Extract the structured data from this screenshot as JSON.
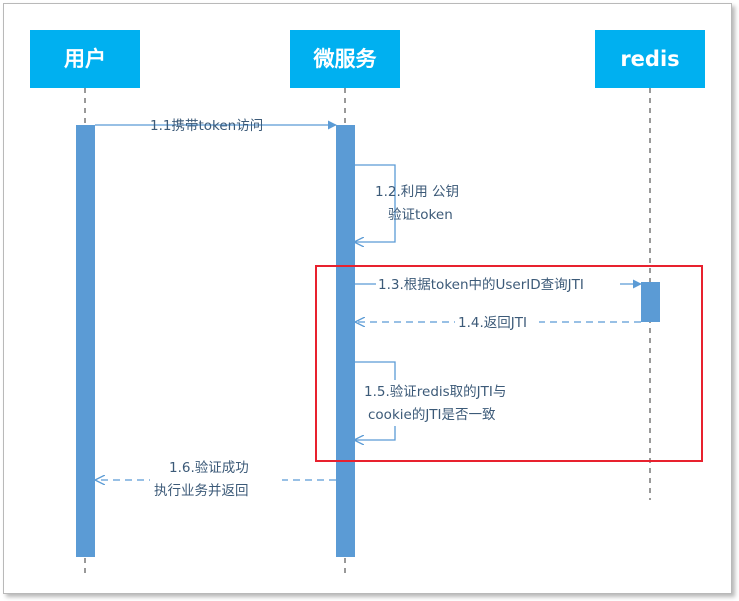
{
  "participants": [
    {
      "id": "user",
      "label": "用户"
    },
    {
      "id": "ms",
      "label": "微服务"
    },
    {
      "id": "redis",
      "label": "redis"
    }
  ],
  "messages": [
    {
      "id": "m1",
      "lines": [
        "1.1携带token访问"
      ],
      "style": "solid"
    },
    {
      "id": "m2",
      "lines": [
        "1.2.利用 公钥",
        "验证token"
      ],
      "style": "self"
    },
    {
      "id": "m3",
      "lines": [
        "1.3.根据token中的UserID查询JTI"
      ],
      "style": "solid"
    },
    {
      "id": "m4",
      "lines": [
        "1.4.返回JTI"
      ],
      "style": "dashed"
    },
    {
      "id": "m5",
      "lines": [
        "1.5.验证redis取的JTI与",
        "cookie的JTI是否一致"
      ],
      "style": "self"
    },
    {
      "id": "m6",
      "lines": [
        "1.6.验证成功",
        "执行业务并返回"
      ],
      "style": "dashed"
    }
  ],
  "colors": {
    "actor_fill": "#00b0f0",
    "activation_fill": "#5b9bd5",
    "arrow": "#5b9bd5",
    "text": "#3c5a78",
    "highlight": "#e8212e"
  }
}
